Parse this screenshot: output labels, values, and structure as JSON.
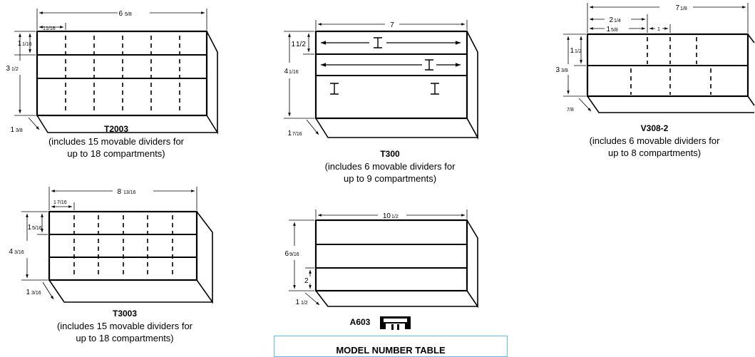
{
  "products": [
    {
      "model": "T2003",
      "desc1": "(includes 15 movable dividers for",
      "desc2": "up to 18 compartments)",
      "dims": {
        "width": "6",
        "width_frac": "5/8",
        "section": "1",
        "section_frac": "1/16",
        "row": "1",
        "row_frac": "1/16",
        "height": "3",
        "height_frac": "1/2",
        "depth": "1",
        "depth_frac": "3/8"
      }
    },
    {
      "model": "T300",
      "desc1": "(includes 6 movable dividers for",
      "desc2": "up to 9 compartments)",
      "dims": {
        "width": "7",
        "row": "1",
        "row_frac": "1/2",
        "height": "4",
        "height_frac": "1/16",
        "depth": "1",
        "depth_frac": "7/16"
      }
    },
    {
      "model": "V308-2",
      "desc1": "(includes 6 movable dividers for",
      "desc2": "up to 8 compartments)",
      "dims": {
        "width": "7",
        "width_frac": "1/8",
        "a": "2",
        "a_frac": "1/4",
        "b": "1",
        "b_frac": "5/8",
        "c": "1",
        "row": "1",
        "row_frac": "1/2",
        "height": "3",
        "height_frac": "3/8",
        "depth": "7/8"
      }
    },
    {
      "model": "T3003",
      "desc1": "(includes 15 movable dividers for",
      "desc2": "up to 18 compartments)",
      "dims": {
        "width": "8",
        "width_frac": "13/16",
        "section": "1",
        "section_frac": "7/16",
        "row": "1",
        "row_frac": "5/16",
        "height": "4",
        "height_frac": "3/16",
        "depth": "1",
        "depth_frac": "3/16"
      }
    },
    {
      "model": "A603",
      "dims": {
        "width": "10",
        "width_frac": "1/2",
        "height": "6",
        "height_frac": "9/16",
        "row": "2",
        "depth": "1",
        "depth_frac": "1/2"
      }
    }
  ],
  "table": {
    "title": "MODEL NUMBER TABLE"
  },
  "icons": {
    "a603": "divider-clip-icon"
  }
}
